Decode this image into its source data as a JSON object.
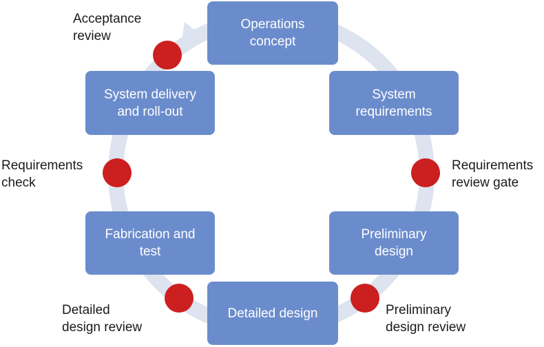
{
  "colors": {
    "stage_fill": "#6b8ccc",
    "stage_text": "#ffffff",
    "ring": "#dde3ef",
    "gate": "#cc1f1f",
    "label_text": "#1a1a1a"
  },
  "stages": [
    {
      "id": "operations-concept",
      "label": "Operations\nconcept"
    },
    {
      "id": "system-requirements",
      "label": "System\nrequirements"
    },
    {
      "id": "preliminary-design",
      "label": "Preliminary\ndesign"
    },
    {
      "id": "detailed-design",
      "label": "Detailed design"
    },
    {
      "id": "fabrication-and-test",
      "label": "Fabrication and\ntest"
    },
    {
      "id": "system-delivery",
      "label": "System delivery\nand roll-out"
    }
  ],
  "gates": [
    {
      "id": "requirements-review-gate",
      "label": "Requirements\nreview gate"
    },
    {
      "id": "preliminary-design-review",
      "label": "Preliminary\ndesign review"
    },
    {
      "id": "detailed-design-review",
      "label": "Detailed\ndesign review"
    },
    {
      "id": "requirements-check",
      "label": "Requirements\ncheck"
    },
    {
      "id": "acceptance-review",
      "label": "Acceptance\nreview"
    }
  ]
}
